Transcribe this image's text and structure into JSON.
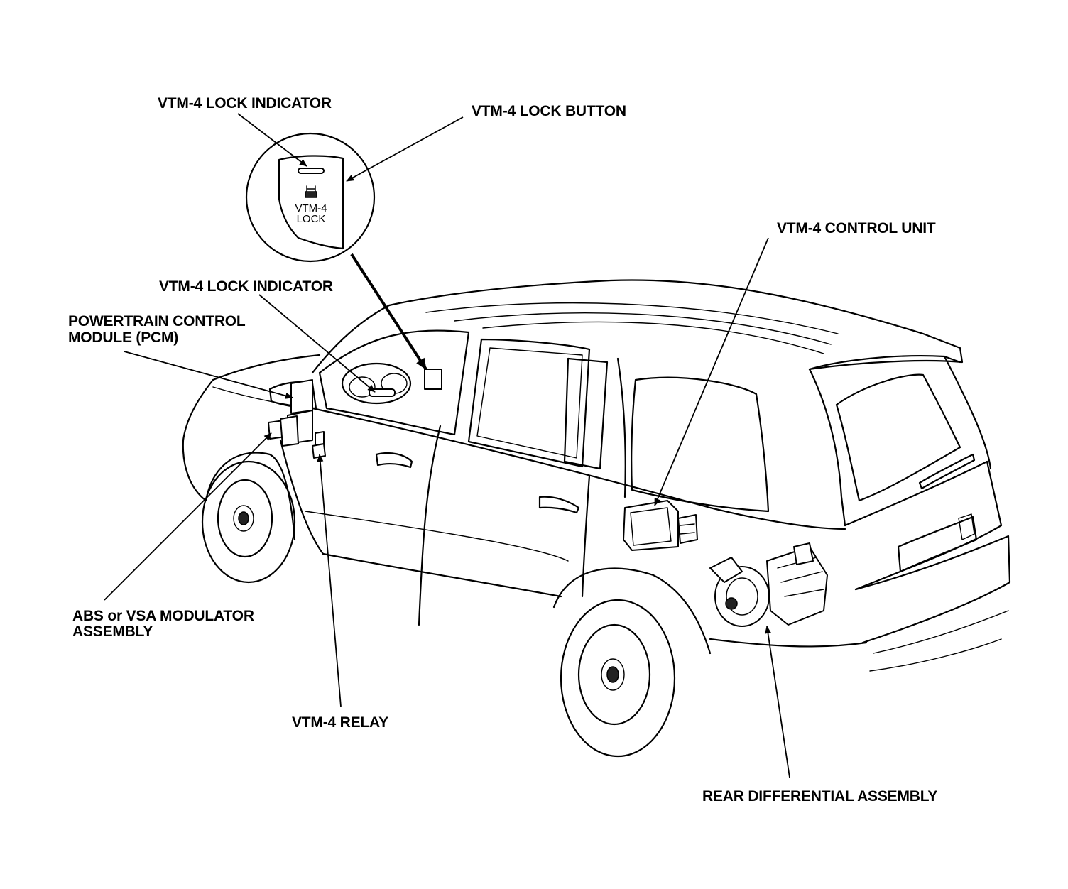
{
  "labels": {
    "lock_indicator_top": "VTM-4 LOCK INDICATOR",
    "lock_button": "VTM-4 LOCK BUTTON",
    "control_unit": "VTM-4 CONTROL UNIT",
    "lock_indicator_dash": "VTM-4 LOCK INDICATOR",
    "pcm_line1": "POWERTRAIN CONTROL",
    "pcm_line2": "MODULE (PCM)",
    "abs_line1": "ABS or VSA MODULATOR",
    "abs_line2": "ASSEMBLY",
    "relay": "VTM-4 RELAY",
    "rear_diff": "REAR DIFFERENTIAL ASSEMBLY"
  },
  "inset": {
    "button_text_line1": "VTM-4",
    "button_text_line2": "LOCK"
  }
}
